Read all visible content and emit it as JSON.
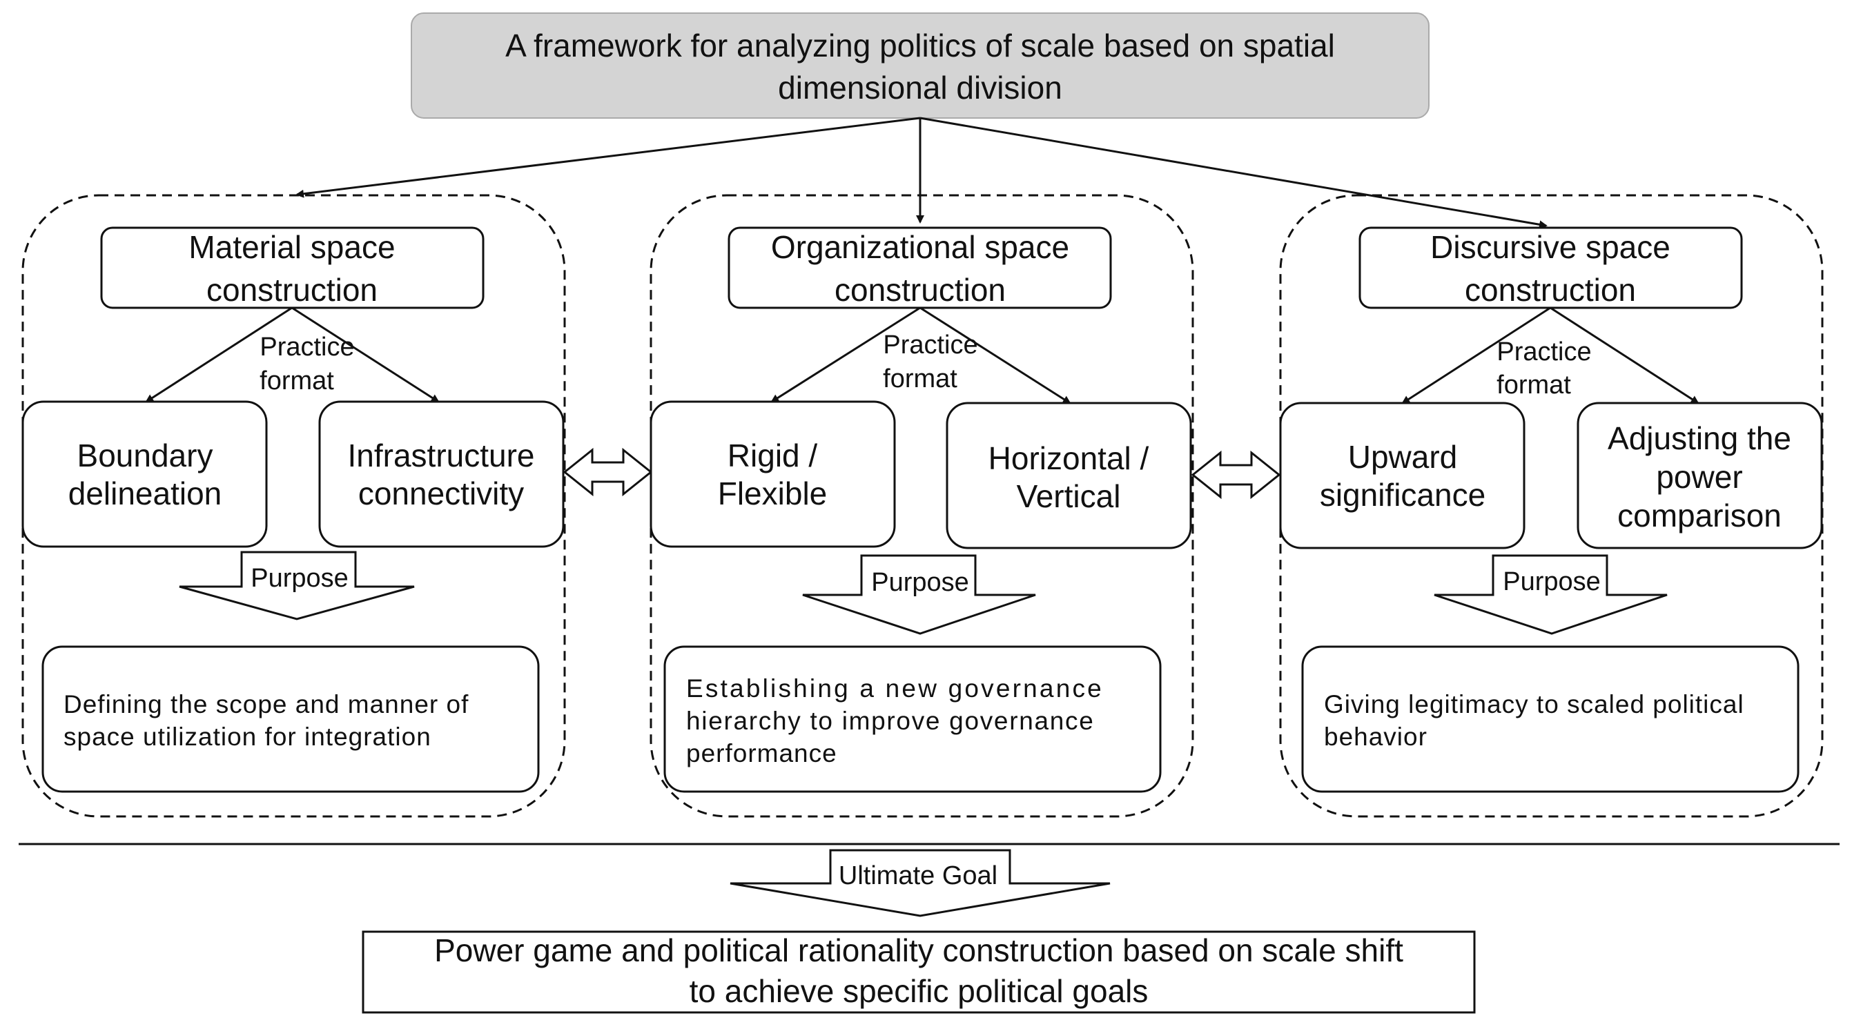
{
  "title": {
    "lines": [
      "A framework for analyzing politics of scale based on spatial",
      "dimensional division"
    ]
  },
  "columns": [
    {
      "heading": [
        "Material space",
        "construction"
      ],
      "practice": [
        "Practice",
        "format"
      ],
      "left_item": [
        "Boundary",
        "delineation"
      ],
      "right_item": [
        "Infrastructure",
        "connectivity"
      ],
      "purpose_label": "Purpose",
      "purpose_text": [
        "Defining the scope and manner of",
        "space utilization for integration"
      ]
    },
    {
      "heading": [
        "Organizational space",
        "construction"
      ],
      "practice": [
        "Practice",
        "format"
      ],
      "left_item": [
        "Rigid /",
        "Flexible"
      ],
      "right_item": [
        "Horizontal /",
        "Vertical"
      ],
      "purpose_label": "Purpose",
      "purpose_text": [
        "Establishing a new governance",
        "hierarchy to improve governance",
        "performance"
      ]
    },
    {
      "heading": [
        "Discursive space",
        "construction"
      ],
      "practice": [
        "Practice",
        "format"
      ],
      "left_item": [
        "Upward",
        "significance"
      ],
      "right_item": [
        "Adjusting the",
        "power",
        "comparison"
      ],
      "purpose_label": "Purpose",
      "purpose_text": [
        "Giving legitimacy to scaled political",
        "behavior"
      ]
    }
  ],
  "ultimate_goal": {
    "label": "Ultimate Goal",
    "lines": [
      "Power game and political rationality construction based on scale shift",
      "to achieve specific political goals"
    ]
  },
  "colors": {
    "title_fill": "#d4d4d4",
    "stroke": "#111111",
    "background": "#ffffff"
  }
}
